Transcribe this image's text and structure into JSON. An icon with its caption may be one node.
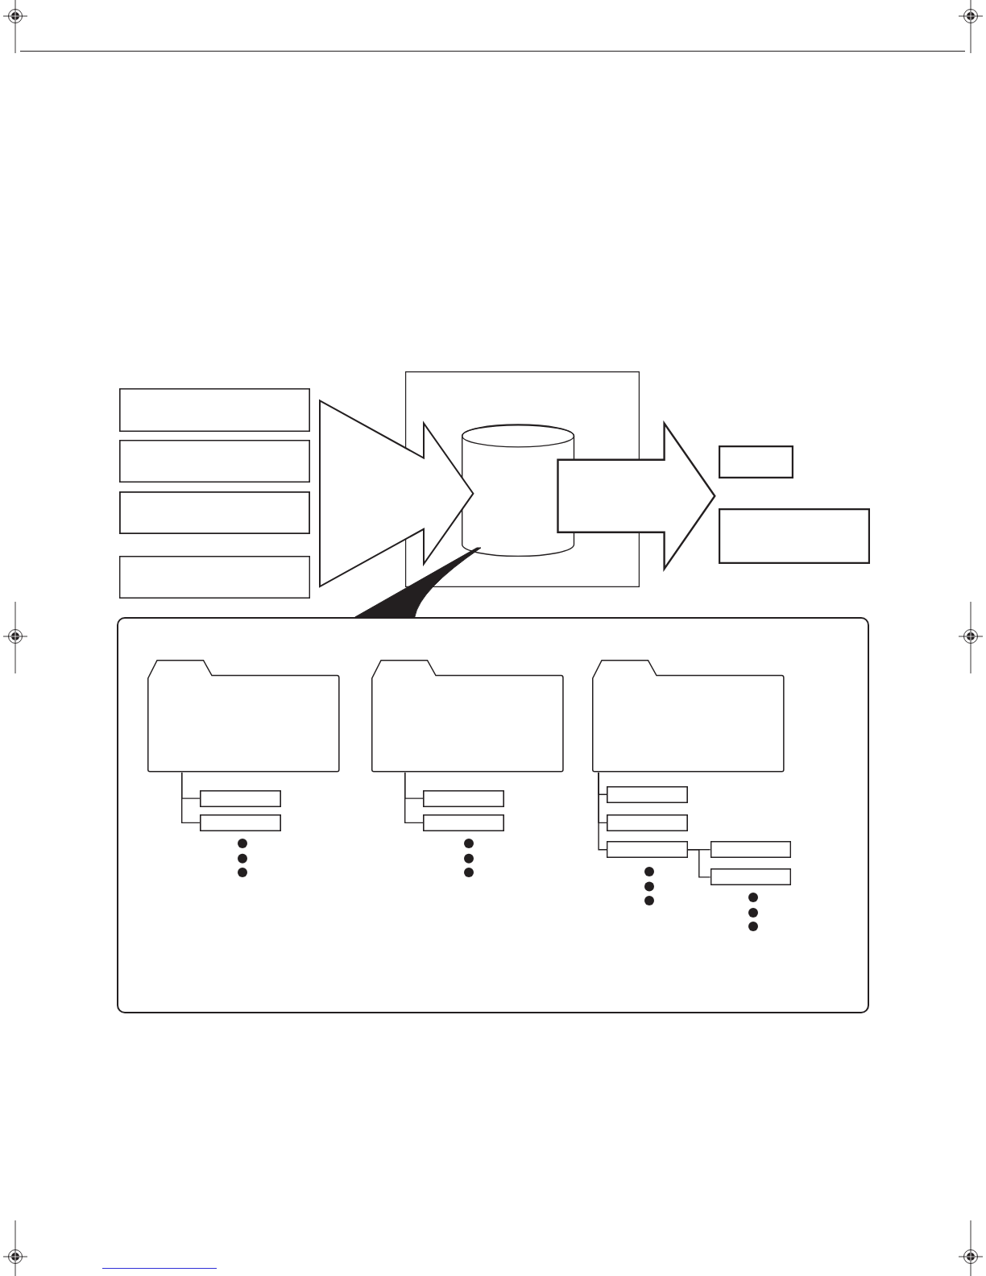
{
  "diagram": {
    "nodes": [
      {
        "text": [],
        "shape": "box"
      },
      {
        "text": [],
        "shape": "box"
      },
      {
        "text": [],
        "shape": "box"
      },
      {
        "text": [],
        "shape": "box"
      },
      {
        "text": [],
        "shape": "box"
      },
      {
        "text": [],
        "shape": "cylinder",
        "in": 4
      },
      {
        "text": [],
        "shape": "box"
      },
      {
        "text": [],
        "shape": "box"
      },
      {
        "text": [],
        "shape": "box"
      },
      {
        "text": [],
        "shape": "folder",
        "in": 8
      },
      {
        "text": [],
        "shape": "box",
        "in": 8
      },
      {
        "text": [],
        "shape": "box",
        "in": 8
      },
      {
        "text": [],
        "shape": "folder",
        "in": 8
      },
      {
        "text": [],
        "shape": "box",
        "in": 8
      },
      {
        "text": [],
        "shape": "box",
        "in": 8
      },
      {
        "text": [],
        "shape": "folder",
        "in": 8
      },
      {
        "text": [],
        "shape": "box",
        "in": 8
      },
      {
        "text": [],
        "shape": "box",
        "in": 8
      },
      {
        "text": [],
        "shape": "box",
        "in": 8
      },
      {
        "text": [],
        "shape": "box",
        "in": 8
      },
      {
        "text": [],
        "shape": "box",
        "in": 8
      }
    ],
    "edges": [
      {
        "from": 0,
        "to": 5,
        "arrow": "to",
        "style": "thick"
      },
      {
        "from": 1,
        "to": 5,
        "arrow": "to",
        "style": "thick"
      },
      {
        "from": 2,
        "to": 5,
        "arrow": "to",
        "style": "thick"
      },
      {
        "from": 3,
        "to": 5,
        "arrow": "to",
        "style": "thick"
      },
      {
        "from": 5,
        "to": 6,
        "arrow": "to",
        "style": "thick"
      },
      {
        "from": 5,
        "to": 7,
        "arrow": "to",
        "style": "thick"
      },
      {
        "from": 8,
        "to": 5,
        "arrow": "none",
        "style": "thick"
      },
      {
        "from": 9,
        "to": 10,
        "arrow": "none"
      },
      {
        "from": 9,
        "to": 11,
        "arrow": "none"
      },
      {
        "from": 12,
        "to": 13,
        "arrow": "none"
      },
      {
        "from": 12,
        "to": 14,
        "arrow": "none"
      },
      {
        "from": 15,
        "to": 16,
        "arrow": "none"
      },
      {
        "from": 15,
        "to": 17,
        "arrow": "none"
      },
      {
        "from": 15,
        "to": 18,
        "arrow": "none"
      },
      {
        "from": 18,
        "to": 19,
        "arrow": "none"
      },
      {
        "from": 18,
        "to": 20,
        "arrow": "none"
      }
    ]
  }
}
